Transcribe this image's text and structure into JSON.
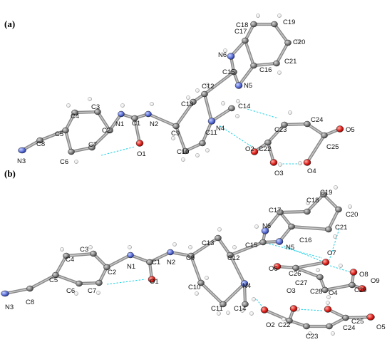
{
  "panels": [
    {
      "label": "(a)",
      "atoms": [
        {
          "id": "N1",
          "el": "N"
        },
        {
          "id": "N2",
          "el": "N"
        },
        {
          "id": "N3",
          "el": "N"
        },
        {
          "id": "N4",
          "el": "N"
        },
        {
          "id": "N5",
          "el": "N"
        },
        {
          "id": "N6",
          "el": "N"
        },
        {
          "id": "O1",
          "el": "O"
        },
        {
          "id": "O2",
          "el": "O"
        },
        {
          "id": "O3",
          "el": "O"
        },
        {
          "id": "O4",
          "el": "O"
        },
        {
          "id": "O5",
          "el": "O"
        },
        {
          "id": "C1",
          "el": "C"
        },
        {
          "id": "C2",
          "el": "C"
        },
        {
          "id": "C3",
          "el": "C"
        },
        {
          "id": "C4",
          "el": "C"
        },
        {
          "id": "C5",
          "el": "C"
        },
        {
          "id": "C6",
          "el": "C"
        },
        {
          "id": "C7",
          "el": "C"
        },
        {
          "id": "C8",
          "el": "C"
        },
        {
          "id": "C9",
          "el": "C"
        },
        {
          "id": "C10",
          "el": "C"
        },
        {
          "id": "C11",
          "el": "C"
        },
        {
          "id": "C12",
          "el": "C"
        },
        {
          "id": "C13",
          "el": "C"
        },
        {
          "id": "C14",
          "el": "C"
        },
        {
          "id": "C15",
          "el": "C"
        },
        {
          "id": "C16",
          "el": "C"
        },
        {
          "id": "C17",
          "el": "C"
        },
        {
          "id": "C18",
          "el": "C"
        },
        {
          "id": "C19",
          "el": "C"
        },
        {
          "id": "C20",
          "el": "C"
        },
        {
          "id": "C21",
          "el": "C"
        },
        {
          "id": "C22",
          "el": "C"
        },
        {
          "id": "C23",
          "el": "C"
        },
        {
          "id": "C24",
          "el": "C"
        },
        {
          "id": "C25",
          "el": "C"
        }
      ]
    },
    {
      "label": "(b)",
      "atoms": [
        {
          "id": "N1",
          "el": "N"
        },
        {
          "id": "N2",
          "el": "N"
        },
        {
          "id": "N3",
          "el": "N"
        },
        {
          "id": "N4",
          "el": "N"
        },
        {
          "id": "N5",
          "el": "N"
        },
        {
          "id": "N6",
          "el": "N"
        },
        {
          "id": "O1",
          "el": "O"
        },
        {
          "id": "O2",
          "el": "O"
        },
        {
          "id": "O3",
          "el": "O"
        },
        {
          "id": "O4",
          "el": "O"
        },
        {
          "id": "O5",
          "el": "O"
        },
        {
          "id": "O6",
          "el": "O"
        },
        {
          "id": "O7",
          "el": "O"
        },
        {
          "id": "O8",
          "el": "O"
        },
        {
          "id": "O9",
          "el": "O"
        },
        {
          "id": "C1",
          "el": "C"
        },
        {
          "id": "C2",
          "el": "C"
        },
        {
          "id": "C3",
          "el": "C"
        },
        {
          "id": "C4",
          "el": "C"
        },
        {
          "id": "C5",
          "el": "C"
        },
        {
          "id": "C6",
          "el": "C"
        },
        {
          "id": "C7",
          "el": "C"
        },
        {
          "id": "C8",
          "el": "C"
        },
        {
          "id": "C9",
          "el": "C"
        },
        {
          "id": "C10",
          "el": "C"
        },
        {
          "id": "C11",
          "el": "C"
        },
        {
          "id": "C12",
          "el": "C"
        },
        {
          "id": "C13",
          "el": "C"
        },
        {
          "id": "C14",
          "el": "C"
        },
        {
          "id": "C15",
          "el": "C"
        },
        {
          "id": "C16",
          "el": "C"
        },
        {
          "id": "C17",
          "el": "C"
        },
        {
          "id": "C18",
          "el": "C"
        },
        {
          "id": "C19",
          "el": "C"
        },
        {
          "id": "C20",
          "el": "C"
        },
        {
          "id": "C21",
          "el": "C"
        },
        {
          "id": "C22",
          "el": "C"
        },
        {
          "id": "C23",
          "el": "C"
        },
        {
          "id": "C24",
          "el": "C"
        },
        {
          "id": "C25",
          "el": "C"
        },
        {
          "id": "C26",
          "el": "C"
        },
        {
          "id": "C27",
          "el": "C"
        },
        {
          "id": "C28",
          "el": "C"
        },
        {
          "id": "C29",
          "el": "C"
        }
      ]
    }
  ],
  "colors": {
    "carbon": "#7f7f7f",
    "nitrogen": "#5a6fd8",
    "oxygen": "#e0201b",
    "hydrogen": "#eeeeee",
    "bond": "#8a8a8a",
    "hbond": "#2fd3e8"
  }
}
